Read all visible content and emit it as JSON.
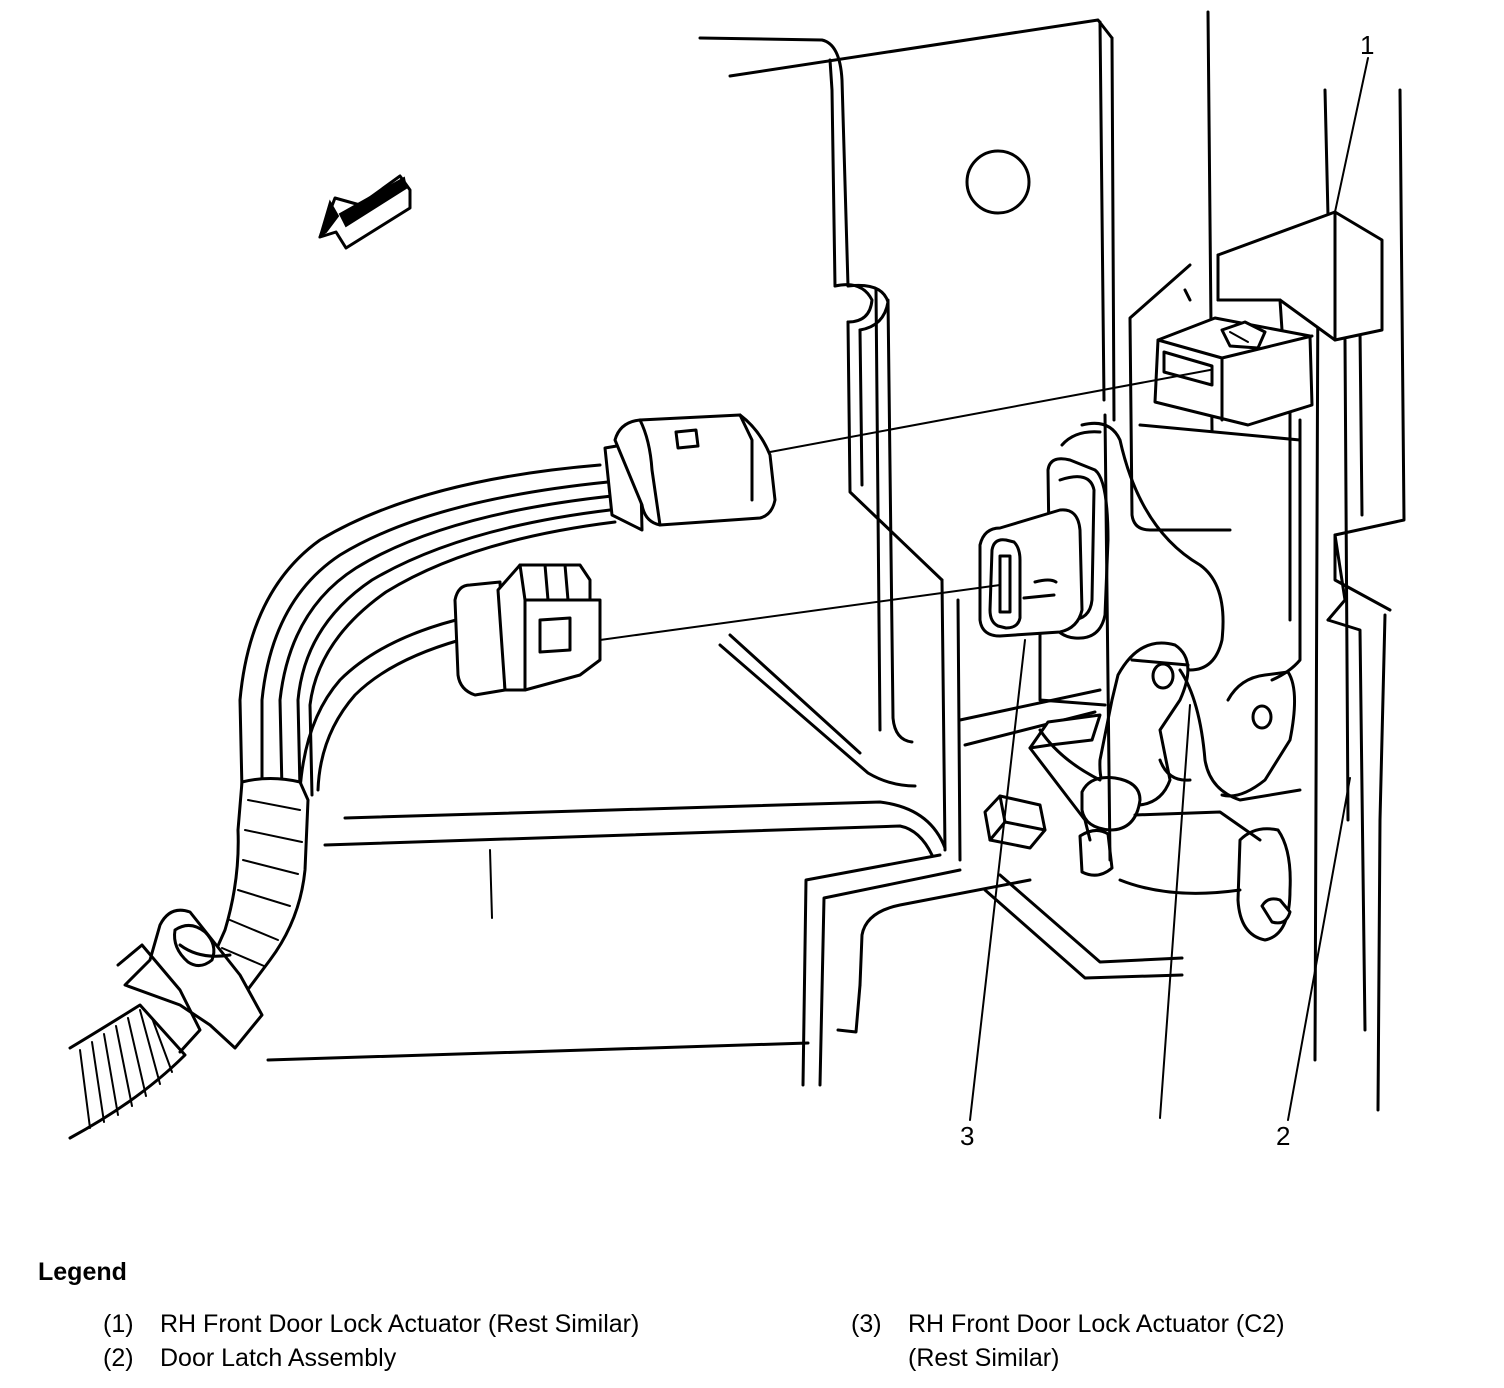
{
  "callouts": {
    "c1": "1",
    "c2": "2",
    "c3": "3"
  },
  "legend": {
    "title": "Legend",
    "items": [
      {
        "num": "(1)",
        "text": "RH Front Door Lock Actuator (Rest Similar)"
      },
      {
        "num": "(2)",
        "text": "Door Latch Assembly"
      },
      {
        "num": "(3)",
        "text": "RH Front Door Lock Actuator (C2)",
        "text2": "(Rest Similar)"
      }
    ]
  }
}
